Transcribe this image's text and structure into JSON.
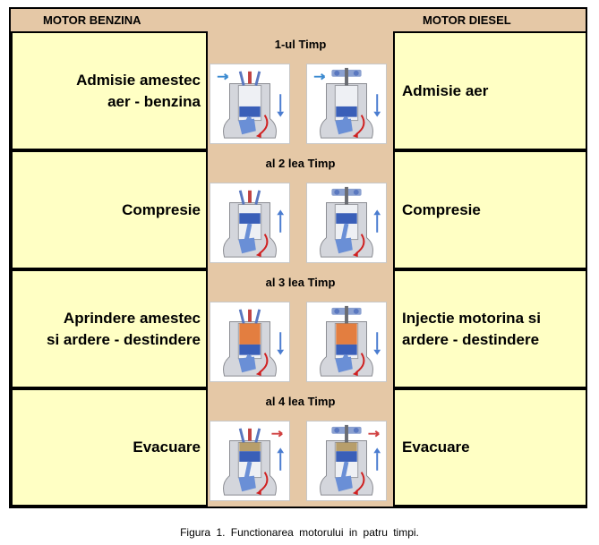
{
  "headers": {
    "gasoline": "MOTOR BENZINA",
    "diesel": "MOTOR DIESEL"
  },
  "strokes": [
    {
      "title": "1-ul Timp",
      "gasoline": "Admisie amestec\naer - benzina",
      "diesel": "Admisie aer",
      "piston_motion": "down",
      "intake_open": true,
      "exhaust_open": false,
      "ignition": false
    },
    {
      "title": "al 2 lea Timp",
      "gasoline": "Compresie",
      "diesel": "Compresie",
      "piston_motion": "up",
      "intake_open": false,
      "exhaust_open": false,
      "ignition": false
    },
    {
      "title": "al 3 lea Timp",
      "gasoline": "Aprindere amestec\nsi ardere - destindere",
      "diesel": "Injectie motorina si\nardere - destindere",
      "piston_motion": "down",
      "intake_open": false,
      "exhaust_open": false,
      "ignition": true
    },
    {
      "title": "al 4 lea Timp",
      "gasoline": "Evacuare",
      "diesel": "Evacuare",
      "piston_motion": "up",
      "intake_open": false,
      "exhaust_open": true,
      "ignition": false
    }
  ],
  "caption": "Figura 1.  Functionarea   motorului   in   patru   timpi.",
  "icons": {
    "gasoline_engine": "gasoline-engine-cutaway-icon",
    "diesel_engine": "diesel-engine-cutaway-icon"
  },
  "colors": {
    "frame_bg": "#e5c8a6",
    "cell_bg": "#ffffc4",
    "border": "#000000",
    "block": "#d4d6dc",
    "piston": "#3a5fb8",
    "crank": "#6a8fd6",
    "rotation_arrow": "#d02020",
    "motion_arrow": "#4a7cd0",
    "combustion": "#e06a20",
    "exhaust_gas": "#a07a30"
  }
}
